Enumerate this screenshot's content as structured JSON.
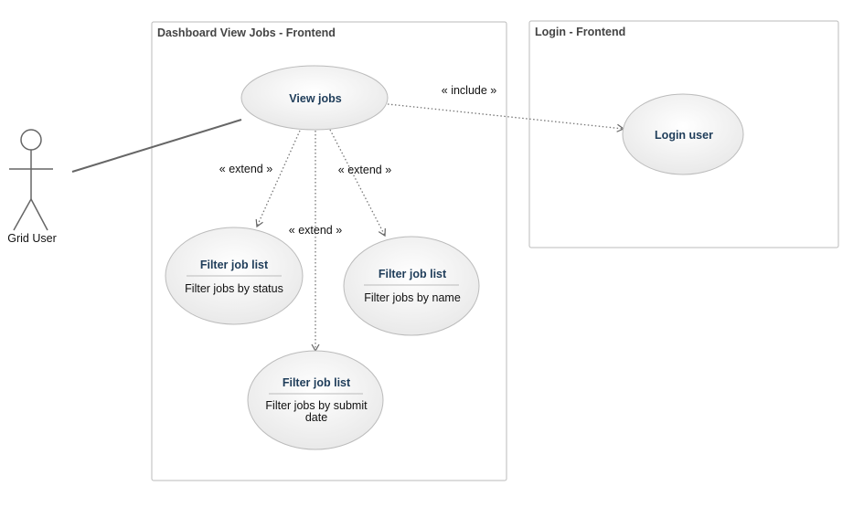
{
  "packages": {
    "dashboard": {
      "title": "Dashboard View Jobs - Frontend"
    },
    "login": {
      "title": "Login - Frontend"
    }
  },
  "actor": {
    "label": "Grid User"
  },
  "use_cases": {
    "view_jobs": {
      "title": "View jobs"
    },
    "login_user": {
      "title": "Login user"
    },
    "filter_status": {
      "title": "Filter job list",
      "desc": "Filter jobs by status"
    },
    "filter_name": {
      "title": "Filter job list",
      "desc": "Filter jobs by name"
    },
    "filter_date": {
      "title": "Filter job list",
      "desc_line1": "Filter jobs by submit",
      "desc_line2": "date"
    }
  },
  "relations": {
    "include": "« include »",
    "extend_status": "« extend »",
    "extend_name": "« extend »",
    "extend_date": "« extend »"
  },
  "colors": {
    "border": "#bbbbbb",
    "title_text": "#1f3d5a",
    "dotted_line": "#777777",
    "association": "#666666"
  }
}
